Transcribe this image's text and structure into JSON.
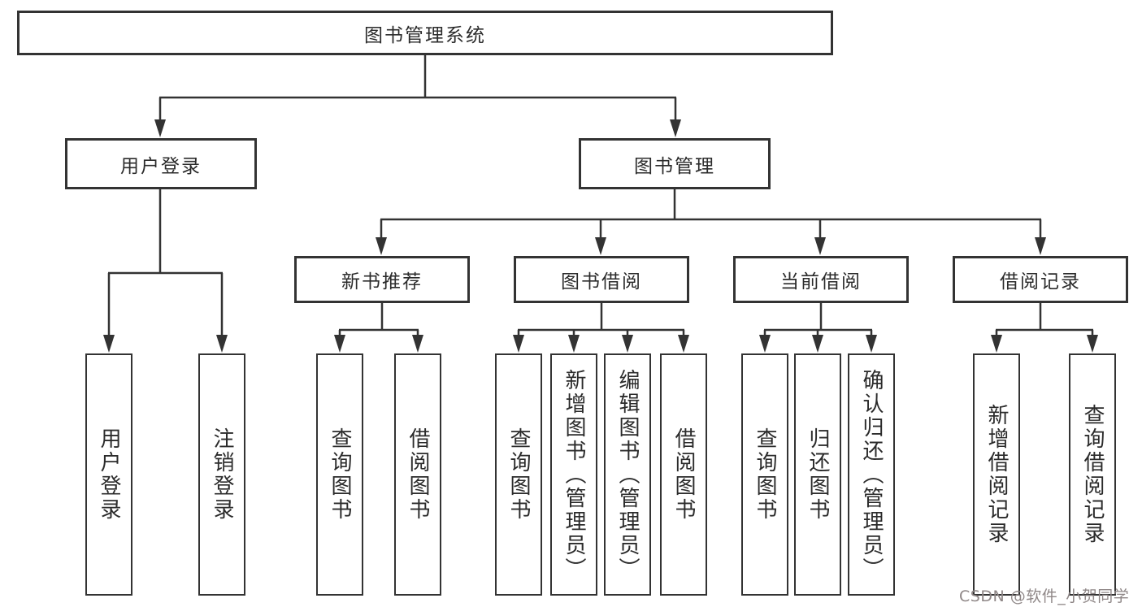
{
  "diagram": {
    "root": {
      "label": "图书管理系统"
    },
    "level2": [
      {
        "label": "用户登录"
      },
      {
        "label": "图书管理"
      }
    ],
    "level3": [
      {
        "label": "新书推荐"
      },
      {
        "label": "图书借阅"
      },
      {
        "label": "当前借阅"
      },
      {
        "label": "借阅记录"
      }
    ],
    "level4": {
      "user_login": [
        {
          "label": "用户登录"
        },
        {
          "label": "注销登录"
        }
      ],
      "new_books": [
        {
          "label": "查询图书"
        },
        {
          "label": "借阅图书"
        }
      ],
      "book_borrow": [
        {
          "label": "查询图书"
        },
        {
          "label": "新增图书（管理员）"
        },
        {
          "label": "编辑图书（管理员）"
        },
        {
          "label": "借阅图书"
        }
      ],
      "current_borrow": [
        {
          "label": "查询图书"
        },
        {
          "label": "归还图书"
        },
        {
          "label": "确认归还（管理员）"
        }
      ],
      "borrow_records": [
        {
          "label": "新增借阅记录"
        },
        {
          "label": "查询借阅记录"
        }
      ]
    }
  },
  "watermark": {
    "text": "CSDN @软件_小贺同学"
  },
  "colors": {
    "line": "#333333",
    "text": "#2b2b2b",
    "watermark": "#8f8787",
    "background": "#ffffff"
  }
}
